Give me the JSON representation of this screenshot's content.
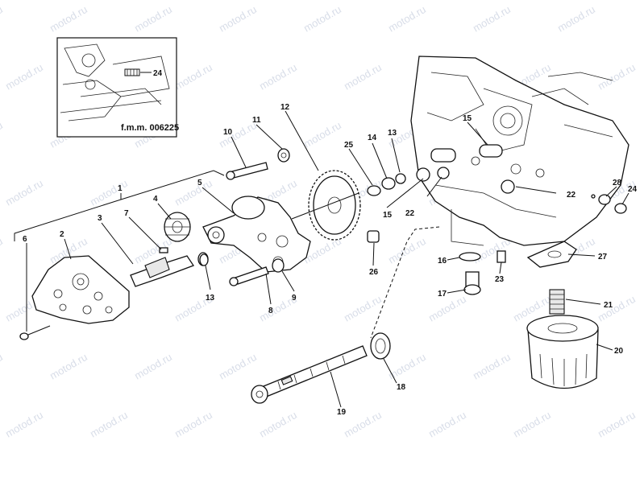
{
  "inset": {
    "code": "f.m.m. 006225",
    "callout": "24"
  },
  "watermark": "motod.ru",
  "callouts": [
    "1",
    "2",
    "3",
    "4",
    "5",
    "6",
    "7",
    "8",
    "9",
    "10",
    "11",
    "12",
    "13",
    "13",
    "14",
    "15",
    "15",
    "16",
    "17",
    "18",
    "19",
    "20",
    "21",
    "22",
    "22",
    "23",
    "24",
    "25",
    "26",
    "27",
    "28"
  ]
}
